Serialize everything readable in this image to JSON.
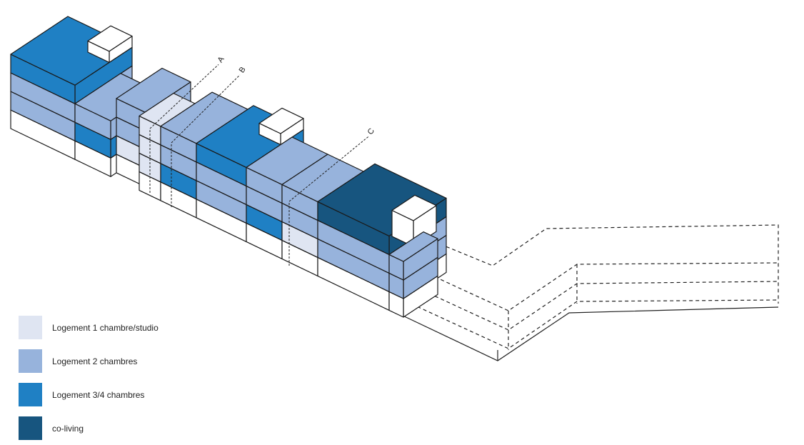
{
  "legend": {
    "items": [
      {
        "label": "Logement 1 chambre/studio",
        "color": "#dfe5f2"
      },
      {
        "label": "Logement 2 chambres",
        "color": "#97b3dc"
      },
      {
        "label": "Logement 3/4 chambres",
        "color": "#1f80c4"
      },
      {
        "label": "co-living",
        "color": "#17557f"
      }
    ]
  },
  "sections": [
    {
      "label": "A"
    },
    {
      "label": "B"
    },
    {
      "label": "C"
    }
  ]
}
